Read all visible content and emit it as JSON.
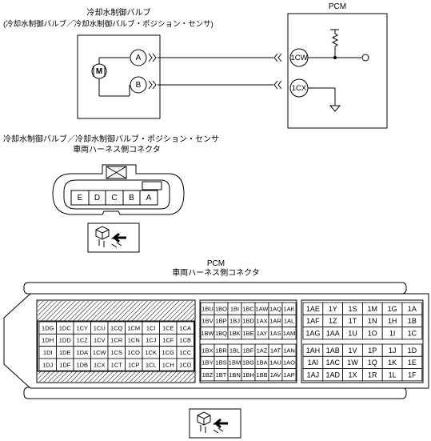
{
  "valve": {
    "title": "冷却水制御バルブ",
    "subtitle": "(冷却水制御バルブ／冷却水制御バルブ・ポジション・センサ)",
    "motor": "M",
    "pin_a": "A",
    "pin_b": "B"
  },
  "pcm": {
    "label": "PCM",
    "pin_1cw": "1CW",
    "pin_1cx": "1CX"
  },
  "valve_connector": {
    "title_line1": "冷却水制御バルブ／冷却水制御バルブ・ポジション・センサ",
    "title_line2": "車両ハーネス側コネクタ",
    "pins": [
      "E",
      "D",
      "C",
      "B",
      "A"
    ]
  },
  "pcm_connector": {
    "title_line1": "PCM",
    "title_line2": "車両ハーネス側コネクタ",
    "left_rows": [
      [
        "1DG",
        "1DC",
        "1CY",
        "1CU",
        "1CQ",
        "1CM",
        "1CI",
        "1CE",
        "1CA"
      ],
      [
        "1DH",
        "1DD",
        "1CZ",
        "1CV",
        "1CR",
        "1CN",
        "1CJ",
        "1CF",
        "1CB"
      ],
      [
        "1DI",
        "1DE",
        "1DA",
        "1CW",
        "1CS",
        "1CO",
        "1CK",
        "1CG",
        "1CC"
      ],
      [
        "1DJ",
        "1DF",
        "1DB",
        "1CX",
        "1CT",
        "1CP",
        "1CL",
        "1CH",
        "1CD"
      ]
    ],
    "mid_top_rows": [
      [
        "1BU",
        "1BO",
        "1BI",
        "1BC",
        "1AW",
        "1AQ",
        "1AK"
      ],
      [
        "1BV",
        "1BP",
        "1BJ",
        "1BD",
        "1AX",
        "1AR",
        "1AL"
      ],
      [
        "1BW",
        "1BQ",
        "1BK",
        "1BE",
        "1AY",
        "1AS",
        "1AM"
      ]
    ],
    "mid_bottom_rows": [
      [
        "1BX",
        "1BR",
        "1BL",
        "1BF",
        "1AZ",
        "1AT",
        "1AN"
      ],
      [
        "1BY",
        "1BS",
        "1BM",
        "1BG",
        "1BA",
        "1AU",
        "1AO"
      ],
      [
        "1BZ",
        "1BT",
        "1BN",
        "1BH",
        "1BB",
        "1AV",
        "1AP"
      ]
    ],
    "right_top_rows": [
      [
        "1AE",
        "1Y",
        "1S",
        "1M",
        "1G",
        "1A"
      ],
      [
        "1AF",
        "1Z",
        "1T",
        "1N",
        "1H",
        "1B"
      ],
      [
        "1AG",
        "1AA",
        "1U",
        "1O",
        "1I",
        "1C"
      ]
    ],
    "right_bottom_rows": [
      [
        "1AH",
        "1AB",
        "1V",
        "1P",
        "1J",
        "1D"
      ],
      [
        "1AI",
        "1AC",
        "1W",
        "1Q",
        "1K",
        "1E"
      ],
      [
        "1AJ",
        "1AD",
        "1X",
        "1R",
        "1L",
        "1F"
      ]
    ]
  }
}
